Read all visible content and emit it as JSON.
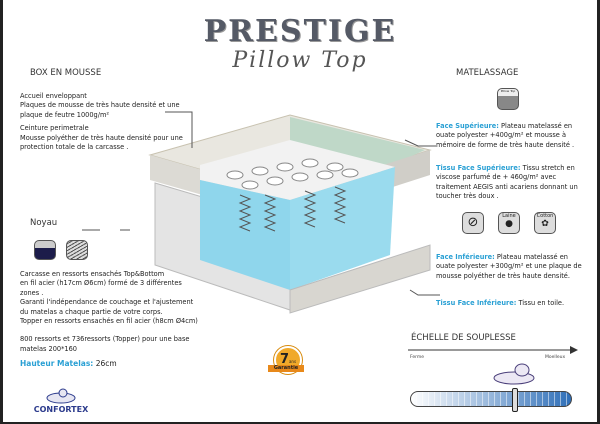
{
  "header": {
    "title": "PRESTIGE",
    "subtitle": "Pillow Top"
  },
  "left": {
    "box_heading": "BOX EN MOUSSE",
    "accueil_title": "Accueil enveloppant",
    "accueil_text": "Plaques de mousse de très haute densité et une plaque de feutre 1000g/m²",
    "ceinture_title": "Ceinture perimetrale",
    "ceinture_text": "Mousse polyéther de très haute densité pour une protection totale de la carcasse .",
    "noyau_heading": "Noyau",
    "noyau_lines": [
      "Carcasse en ressorts ensachés Top&Bottom",
      "en fil acier (h17cm Ø6cm) formé de 3 différentes",
      "zones .",
      "Garanti l'indépendance de couchage et l'ajustement",
      "du matelas a chaque partie de votre corps.",
      "Topper en ressorts ensachés en fil acier (h8cm Ø4cm)"
    ],
    "ressorts_lines": [
      "800 ressorts et 736ressorts (Topper) pour une base",
      "matelas 200*160"
    ],
    "hauteur_label": "Hauteur Matelas:",
    "hauteur_value": "26cm",
    "brand": "CONFORTEX"
  },
  "right": {
    "matelassage_heading": "MATELASSAGE",
    "pillow_icon_text": "Pillow Top",
    "face_sup_label": "Face Supérieure:",
    "face_sup_text": "Plateau matelassé en ouate polyester +400g/m² et mousse à mémoire de forme de très haute densité .",
    "tissu_sup_label": "Tissu Face Supérieure:",
    "tissu_sup_text": "Tissu stretch en viscose parfumé de + 460g/m² avec traitement AEGIS anti acariens donnant un toucher très doux .",
    "badges": [
      {
        "icon": "anti-mite-icon",
        "label": ""
      },
      {
        "icon": "wool-sheep-icon",
        "label": "Laine"
      },
      {
        "icon": "cotton-icon",
        "label": "Cotton"
      }
    ],
    "face_inf_label": "Face Inférieure:",
    "face_inf_text": "Plateau matelassé en ouate polyester +300g/m² et une plaque de mousse polyéther de très haute densité.",
    "tissu_inf_label": "Tissu Face Inférieure:",
    "tissu_inf_text": "Tissu en toile."
  },
  "guarantee": {
    "years": "7",
    "unit": "ans",
    "label": "Garantie"
  },
  "softness": {
    "heading": "ÉCHELLE DE SOUPLESSE",
    "min_label": "Ferme",
    "max_label": "Moelleux",
    "level": 0.65
  },
  "colors": {
    "accent": "#2aa0d4",
    "bar_start": "#ffffff",
    "bar_end": "#2f6fb8",
    "foam": "#8fd6ec",
    "brand": "#2b3a8c"
  }
}
